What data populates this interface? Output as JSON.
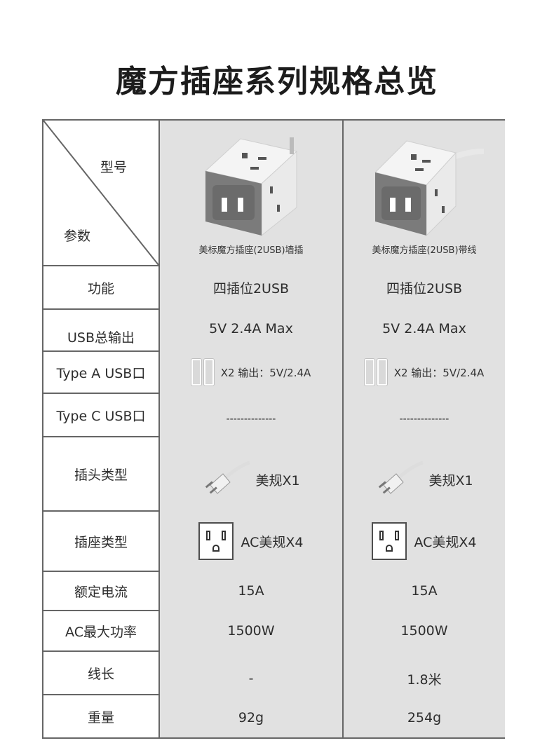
{
  "title": "魔方插座系列规格总览",
  "header": {
    "model_label": "型号",
    "param_label": "参数",
    "products": [
      {
        "caption": "美标魔方插座(2USB)墙插"
      },
      {
        "caption": "美标魔方插座(2USB)带线"
      }
    ]
  },
  "rows": [
    {
      "label": "功能",
      "values": [
        "四插位2USB",
        "四插位2USB"
      ]
    },
    {
      "label": "USB总输出",
      "values": [
        "5V 2.4A Max",
        "5V 2.4A Max"
      ]
    },
    {
      "label": "Type A USB口",
      "values": [
        "X2  输出：5V/2.4A",
        "X2  输出：5V/2.4A"
      ]
    },
    {
      "label": "Type C USB口",
      "values": [
        "--------------",
        "--------------"
      ]
    },
    {
      "label": "插头类型",
      "values": [
        "美规X1",
        "美规X1"
      ]
    },
    {
      "label": "插座类型",
      "values": [
        "AC美规X4",
        "AC美规X4"
      ]
    },
    {
      "label": "额定电流",
      "values": [
        "15A",
        "15A"
      ]
    },
    {
      "label": "AC最大功率",
      "values": [
        "1500W",
        "1500W"
      ]
    },
    {
      "label": "线长",
      "values": [
        "-",
        "1.8米"
      ]
    },
    {
      "label": "重量",
      "values": [
        "92g",
        "254g"
      ]
    }
  ],
  "icons": {
    "usb_port": "usb-port-icon",
    "plug": "us-plug-icon",
    "outlet": "us-outlet-icon",
    "product": "cube-power-strip-icon"
  },
  "colors": {
    "column_bg": "#e1e1e1",
    "border": "#666666"
  }
}
